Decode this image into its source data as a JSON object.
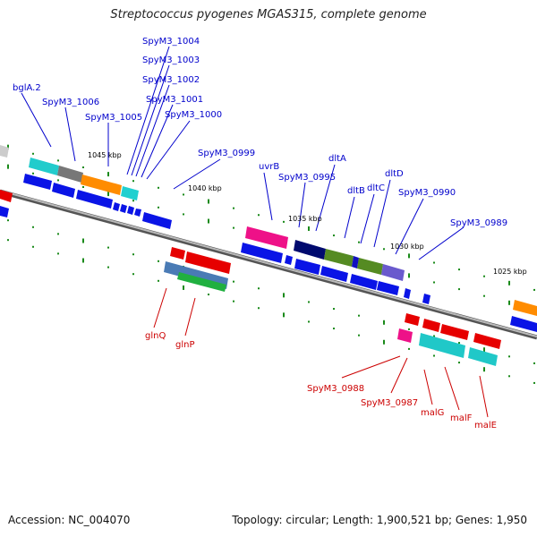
{
  "title": "Streptococcus pyogenes MGAS315, complete genome",
  "footer": {
    "accession": "Accession: NC_004070",
    "stats": "Topology: circular; Length: 1,900,521 bp; Genes: 1,950"
  },
  "colors": {
    "forward_arrow": "#0a14e6",
    "reverse_arrow": "#e60000",
    "forward_label": "#0000cc",
    "reverse_label": "#cc0000",
    "backbone": "#777777",
    "tick_dot": "#1a8a1a"
  },
  "position_ticks": [
    "1045 kbp",
    "1040 kbp",
    "1035 kbp",
    "1030 kbp",
    "1025 kbp"
  ],
  "forward_genes": [
    "bglA.2",
    "SpyM3_1006",
    "SpyM3_1005",
    "SpyM3_1004",
    "SpyM3_1003",
    "SpyM3_1002",
    "SpyM3_1001",
    "SpyM3_1000",
    "SpyM3_0999",
    "uvrB",
    "SpyM3_0995",
    "dltA",
    "dltB",
    "dltC",
    "dltD",
    "SpyM3_0990",
    "SpyM3_0989"
  ],
  "reverse_genes": [
    "glnQ",
    "glnP",
    "SpyM3_0988",
    "SpyM3_0987",
    "malG",
    "malF",
    "malE"
  ]
}
